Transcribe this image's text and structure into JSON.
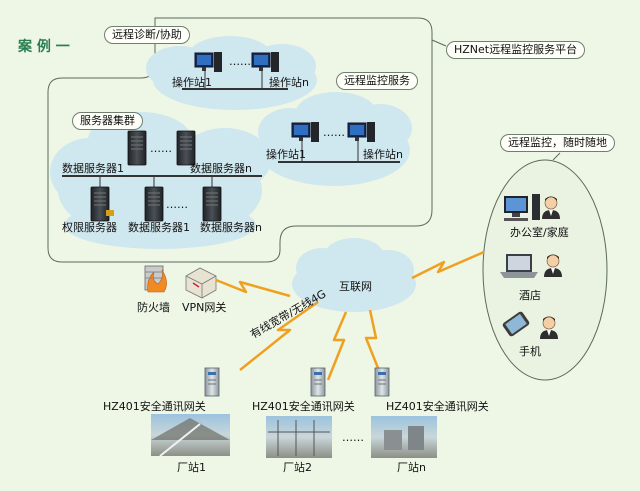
{
  "title": "案 例 一",
  "platform_label": "HZNet远程监控服务平台",
  "remote_diag": {
    "label": "远程诊断/协助",
    "ws1": "操作站1",
    "wsn": "操作站n",
    "dots": "……"
  },
  "remote_monitor": {
    "label": "远程监控服务",
    "ws1": "操作站1",
    "wsn": "操作站n",
    "dots": "……"
  },
  "server_cluster": {
    "label": "服务器集群",
    "data_server_1": "数据服务器1",
    "data_server_n": "数据服务器n",
    "auth_server": "权限服务器",
    "data_server_1b": "数据服务器1",
    "data_server_nb": "数据服务器n",
    "dots_top": "……",
    "dots_bottom": "……"
  },
  "firewall": "防火墙",
  "vpn_gateway": "VPN网关",
  "internet": "互联网",
  "link_label": "有线宽带/无线4G",
  "mobile": {
    "label": "远程监控，随时随地",
    "office": "办公室/家庭",
    "hotel": "酒店",
    "phone": "手机"
  },
  "sites": [
    {
      "gateway": "HZ401安全通讯网关",
      "name": "厂站1"
    },
    {
      "gateway": "HZ401安全通讯网关",
      "name": "厂站2"
    },
    {
      "gateway": "HZ401安全通讯网关",
      "name": "厂站n"
    }
  ],
  "sites_dots": "……",
  "colors": {
    "background": "#eef6e6",
    "title": "#2a7d4f",
    "cloud": "#cfe7ee",
    "lightning": "#f0a020",
    "server": "#2b2f33",
    "gateway": "#b8c2c6"
  }
}
